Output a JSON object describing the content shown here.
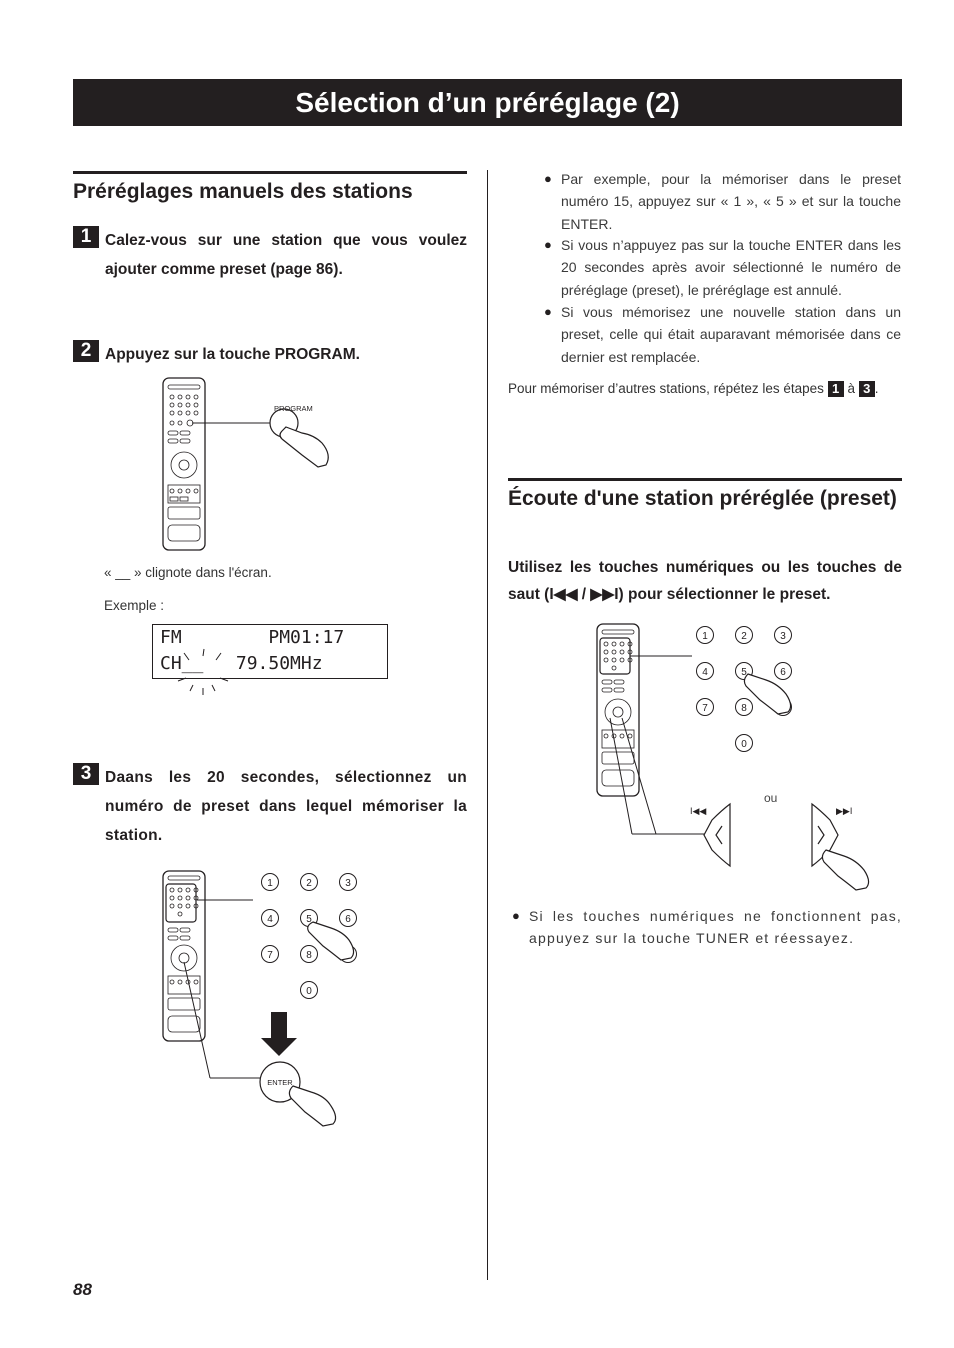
{
  "title": "Sélection d’un préréglage (2)",
  "left": {
    "heading": "Préréglages manuels des stations",
    "step1": {
      "num": "1",
      "text": "Calez-vous sur une station que vous voulez ajouter comme preset (page 86)."
    },
    "step2": {
      "num": "2",
      "text": "Appuyez sur la touche PROGRAM."
    },
    "program_label": "PROGRAM",
    "blink_note": "« __ » clignote dans l'écran.",
    "example_label": "Exemple :",
    "display": {
      "line1": "FM        PM01:17",
      "line2": "CH__   79.50MHz"
    },
    "step3": {
      "num": "3",
      "text": "Daans les 20 secondes, sélectionnez un numéro de preset dans lequel mémoriser la station."
    },
    "enter_label": "ENTER",
    "keypad": [
      "1",
      "2",
      "3",
      "4",
      "5",
      "6",
      "7",
      "8",
      "9",
      "0"
    ]
  },
  "right": {
    "bullets": [
      "Par exemple, pour la mémoriser dans le preset numéro 15, appuyez sur « 1 », « 5 » et sur la touche ENTER.",
      "Si vous n’appuyez pas sur la touche ENTER dans les 20 secondes après avoir sélectionné le numéro de préréglage (preset), le préréglage est annulé.",
      "Si vous mémorisez une nouvelle station dans un preset, celle qui était auparavant mémorisée dans ce dernier est remplacée."
    ],
    "repeat_note": {
      "before": "Pour mémoriser d’autres stations, répétez les étapes",
      "step_a": "1",
      "middle": "à",
      "step_b": "3",
      "after": "."
    },
    "heading": "Écoute d'une station préréglée (preset)",
    "instruction": "Utilisez les touches numériques ou les touches de saut (I◀◀ / ▶▶I) pour sélectionner le preset.",
    "or_label": "ou",
    "note": "Si les touches numériques ne fonctionnent pas, appuyez sur la touche TUNER et réessayez."
  },
  "page_number": "88"
}
